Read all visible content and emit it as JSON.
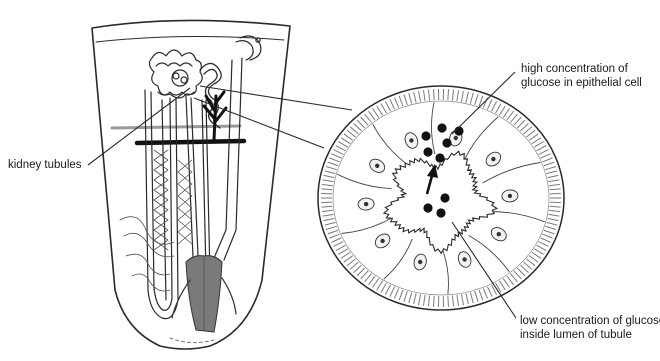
{
  "labels": {
    "kidney_tubules": "kidney tubules",
    "high_line1": "high concentration of",
    "high_line2": "glucose in epithelial cell",
    "low_line1": "low concentration of glucose",
    "low_line2": "inside lumen of tubule"
  },
  "colors": {
    "line": "#2a2a2a",
    "tissue_gray": "#bdbdbd",
    "dark_gray": "#6f6f6f",
    "glucose_dot": "#111111"
  },
  "cell_count": 10
}
